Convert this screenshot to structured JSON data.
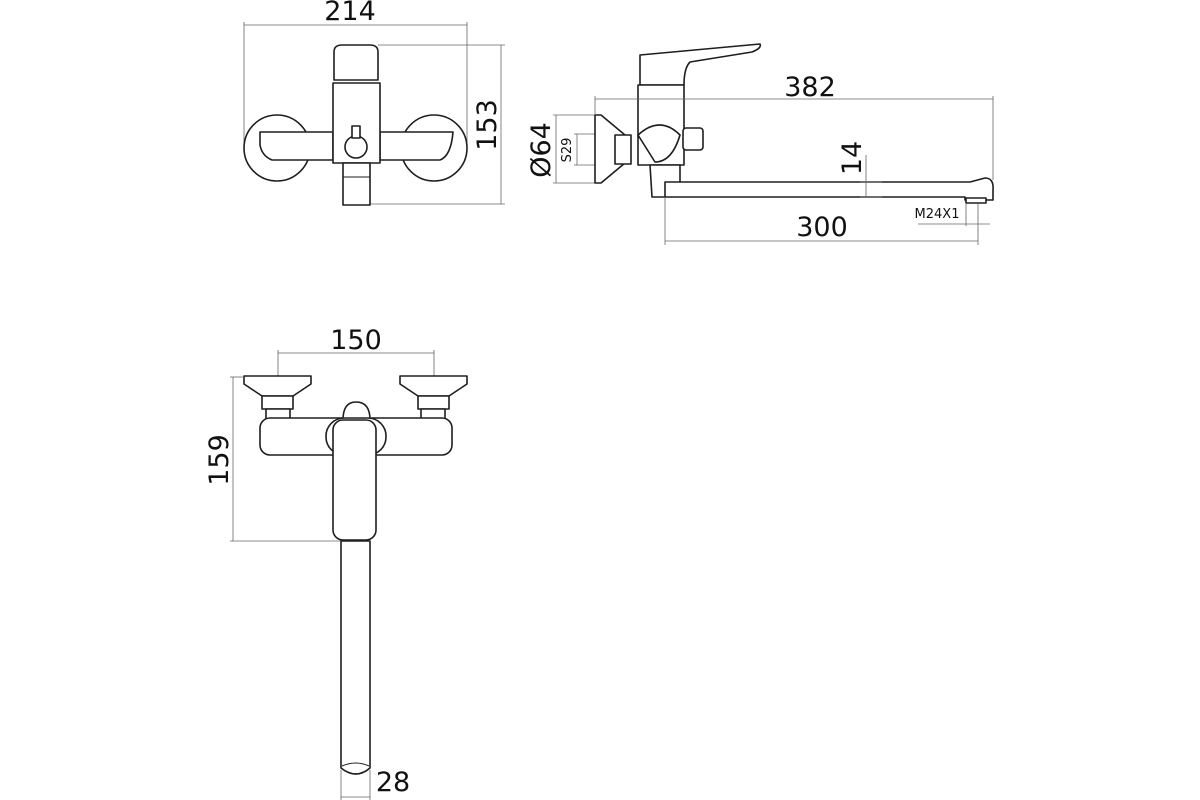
{
  "drawing": {
    "views": [
      "front-view",
      "side-view",
      "top-view"
    ],
    "dimensions": {
      "front_width": "214",
      "front_height": "153",
      "flange_diameter": "Ø64",
      "nut_size": "S29",
      "total_reach": "382",
      "spout_height": "14",
      "spout_reach": "300",
      "aerator_thread": "M24X1",
      "inlet_spacing": "150",
      "top_depth": "159",
      "spout_width": "28"
    }
  }
}
